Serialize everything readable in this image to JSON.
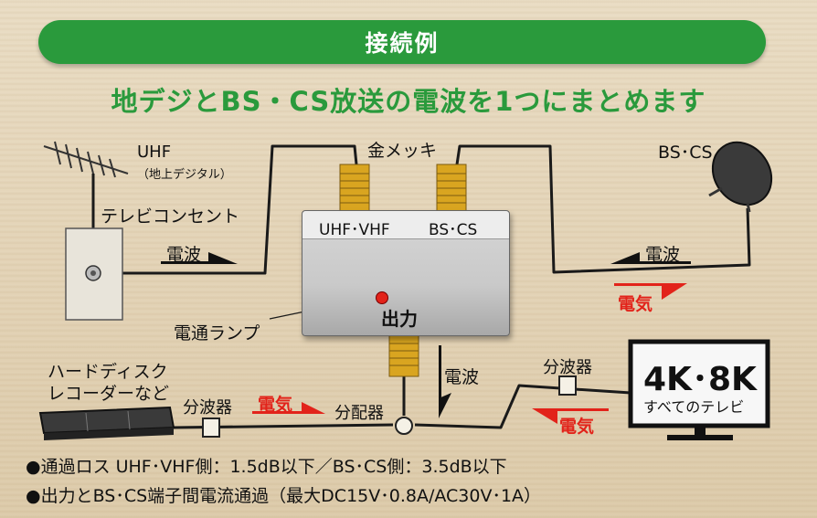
{
  "header": {
    "title": "接続例"
  },
  "subtitle": "地デジとBS・CS放送の電波を1つにまとめます",
  "labels": {
    "uhf": "UHF",
    "uhf_sub": "（地上デジタル）",
    "tv_outlet": "テレビコンセント",
    "gold_plating": "金メッキ",
    "bs_cs": "BS･CS",
    "port_uhf_vhf": "UHF･VHF",
    "port_bs_cs": "BS･CS",
    "output": "出力",
    "lamp": "電通ランプ",
    "hdd_line1": "ハードディスク",
    "hdd_line2": "レコーダーなど",
    "splitter_left": "分波器",
    "splitter_right": "分波器",
    "distributor": "分配器",
    "tv_big": "4K･8K",
    "tv_small": "すべてのテレビ"
  },
  "arrows": {
    "radio_wave": "電波",
    "electricity": "電気"
  },
  "colors": {
    "green": "#2a9a3c",
    "red": "#e2231a",
    "gold": "#d9a520"
  },
  "footer": {
    "line1": "●通過ロス UHF･VHF側：1.5dB以下／BS･CS側：3.5dB以下",
    "line2": "●出力とBS･CS端子間電流通過（最大DC15V･0.8A/AC30V･1A）"
  }
}
